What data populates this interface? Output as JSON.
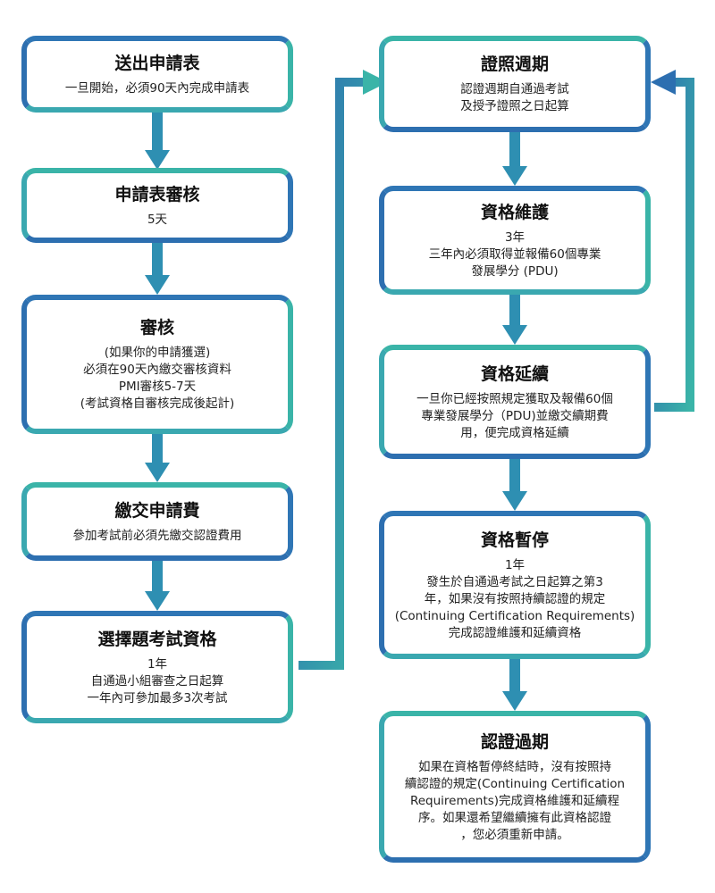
{
  "boxes": [
    {
      "id": "submit-application",
      "title": "送出申請表",
      "lines": [
        "一旦開始，必須90天內完成申請表"
      ]
    },
    {
      "id": "application-review",
      "title": "申請表審核",
      "lines": [
        "5天"
      ]
    },
    {
      "id": "audit",
      "title": "審核",
      "lines": [
        "(如果你的申請獲選)",
        "必須在90天內繳交審核資料",
        "PMI審核5-7天",
        "(考試資格自審核完成後起計)"
      ]
    },
    {
      "id": "pay-fee",
      "title": "繳交申請費",
      "lines": [
        "參加考試前必須先繳交認證費用"
      ]
    },
    {
      "id": "choose-exam",
      "title": "選擇題考試資格",
      "lines": [
        "1年",
        "自通過小組審查之日起算",
        "一年內可參加最多3次考試"
      ]
    },
    {
      "id": "cert-cycle",
      "title": "證照週期",
      "lines": [
        "認證週期自通過考試",
        "及授予證照之日起算"
      ]
    },
    {
      "id": "maintenance",
      "title": "資格維護",
      "lines": [
        "3年",
        "三年內必須取得並報備60個專業",
        "發展學分 (PDU)"
      ]
    },
    {
      "id": "renewal",
      "title": "資格延續",
      "lines": [
        "一旦你已經按照規定獲取及報備60個",
        "專業發展學分（PDU)並繳交續期費",
        "用，便完成資格延續"
      ]
    },
    {
      "id": "suspension",
      "title": "資格暫停",
      "lines": [
        "1年",
        "發生於自通過考試之日起算之第3",
        "年，如果沒有按照持續認證的規定",
        "(Continuing Certification Requirements)",
        "完成認證維護和延續資格"
      ]
    },
    {
      "id": "expired",
      "title": "認證過期",
      "lines": [
        "如果在資格暫停終結時，沒有按照持",
        "續認證的規定(Continuing Certification",
        "Requirements)完成資格維護和延續程",
        "序。如果還希望繼續擁有此資格認證",
        "，您必須重新申請。"
      ]
    }
  ],
  "colors": {
    "teal": "#3ab4a8",
    "blue": "#2d6fb0",
    "arrow": "#2e8fb2"
  }
}
